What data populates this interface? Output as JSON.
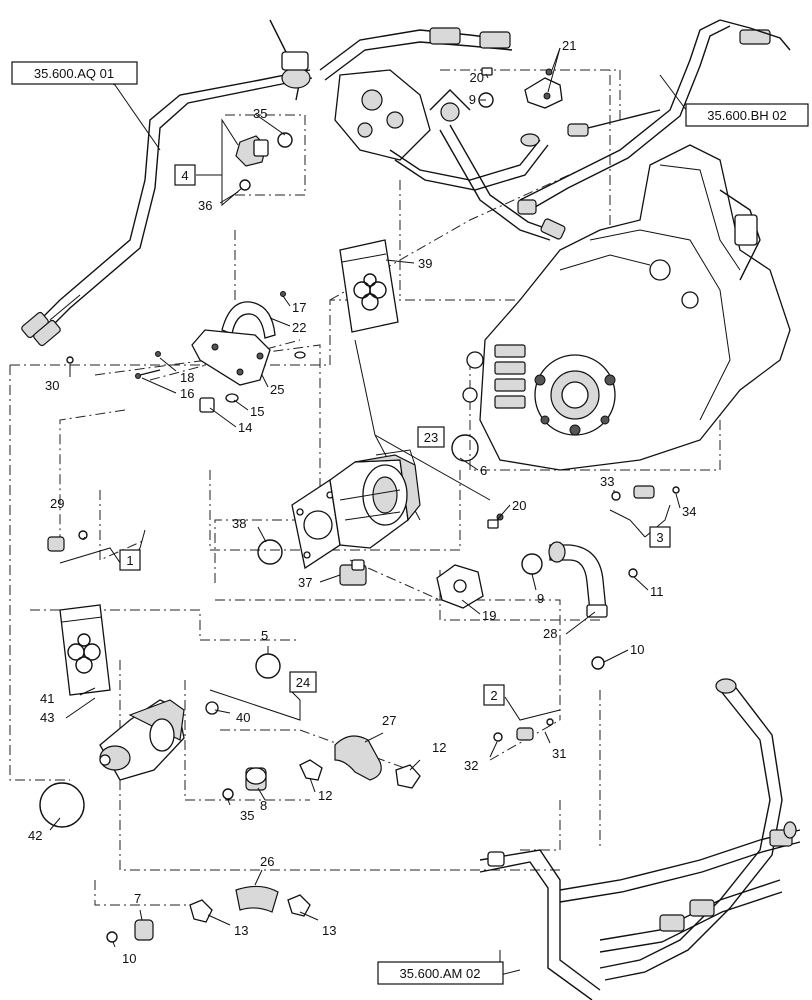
{
  "references": {
    "aq": "35.600.AQ 01",
    "bh": "35.600.BH 02",
    "am": "35.600.AM 02"
  },
  "boxed_callouts": {
    "b1": "1",
    "b2": "2",
    "b3": "3",
    "b4": "4",
    "b23": "23",
    "b24": "24"
  },
  "callouts": {
    "c5": "5",
    "c6": "6",
    "c7": "7",
    "c8": "8",
    "c9a": "9",
    "c9b": "9",
    "c10a": "10",
    "c10b": "10",
    "c11": "11",
    "c12a": "12",
    "c12b": "12",
    "c13a": "13",
    "c13b": "13",
    "c14": "14",
    "c15": "15",
    "c16": "16",
    "c17": "17",
    "c18": "18",
    "c19": "19",
    "c20a": "20",
    "c20b": "20",
    "c21": "21",
    "c22": "22",
    "c25": "25",
    "c26": "26",
    "c27": "27",
    "c28": "28",
    "c29": "29",
    "c30": "30",
    "c31": "31",
    "c32": "32",
    "c33": "33",
    "c34": "34",
    "c35a": "35",
    "c35b": "35",
    "c36": "36",
    "c37": "37",
    "c38": "38",
    "c39": "39",
    "c40": "40",
    "c41": "41",
    "c42": "42",
    "c43": "43"
  }
}
